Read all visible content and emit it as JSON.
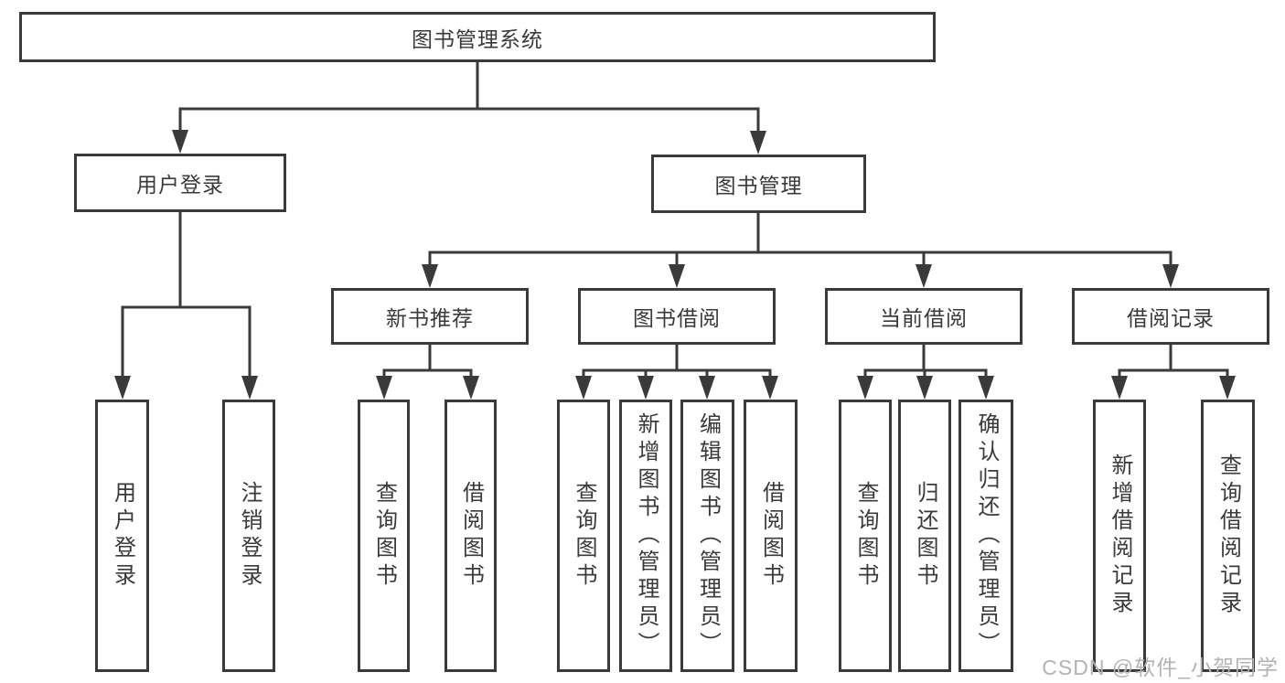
{
  "tree": {
    "label": "图书管理系统",
    "children": [
      {
        "label": "用户登录",
        "children": [
          {
            "label": "用户登录"
          },
          {
            "label": "注销登录"
          }
        ]
      },
      {
        "label": "图书管理",
        "children": [
          {
            "label": "新书推荐",
            "children": [
              {
                "label": "查询图书"
              },
              {
                "label": "借阅图书"
              }
            ]
          },
          {
            "label": "图书借阅",
            "children": [
              {
                "label": "查询图书"
              },
              {
                "label": "新增图书（管理员）"
              },
              {
                "label": "编辑图书（管理员）"
              },
              {
                "label": "借阅图书"
              }
            ]
          },
          {
            "label": "当前借阅",
            "children": [
              {
                "label": "查询图书"
              },
              {
                "label": "归还图书"
              },
              {
                "label": "确认归还（管理员）"
              }
            ]
          },
          {
            "label": "借阅记录",
            "children": [
              {
                "label": "新增借阅记录"
              },
              {
                "label": "查询借阅记录"
              }
            ]
          }
        ]
      }
    ]
  },
  "watermark": {
    "text": "CSDN @软件_小贺同学"
  },
  "colors": {
    "line": "#3a3a3a",
    "box_border": "#3a3a3a",
    "text": "#3a3a3a",
    "watermark": "#b3b3b3",
    "background": "#ffffff"
  }
}
